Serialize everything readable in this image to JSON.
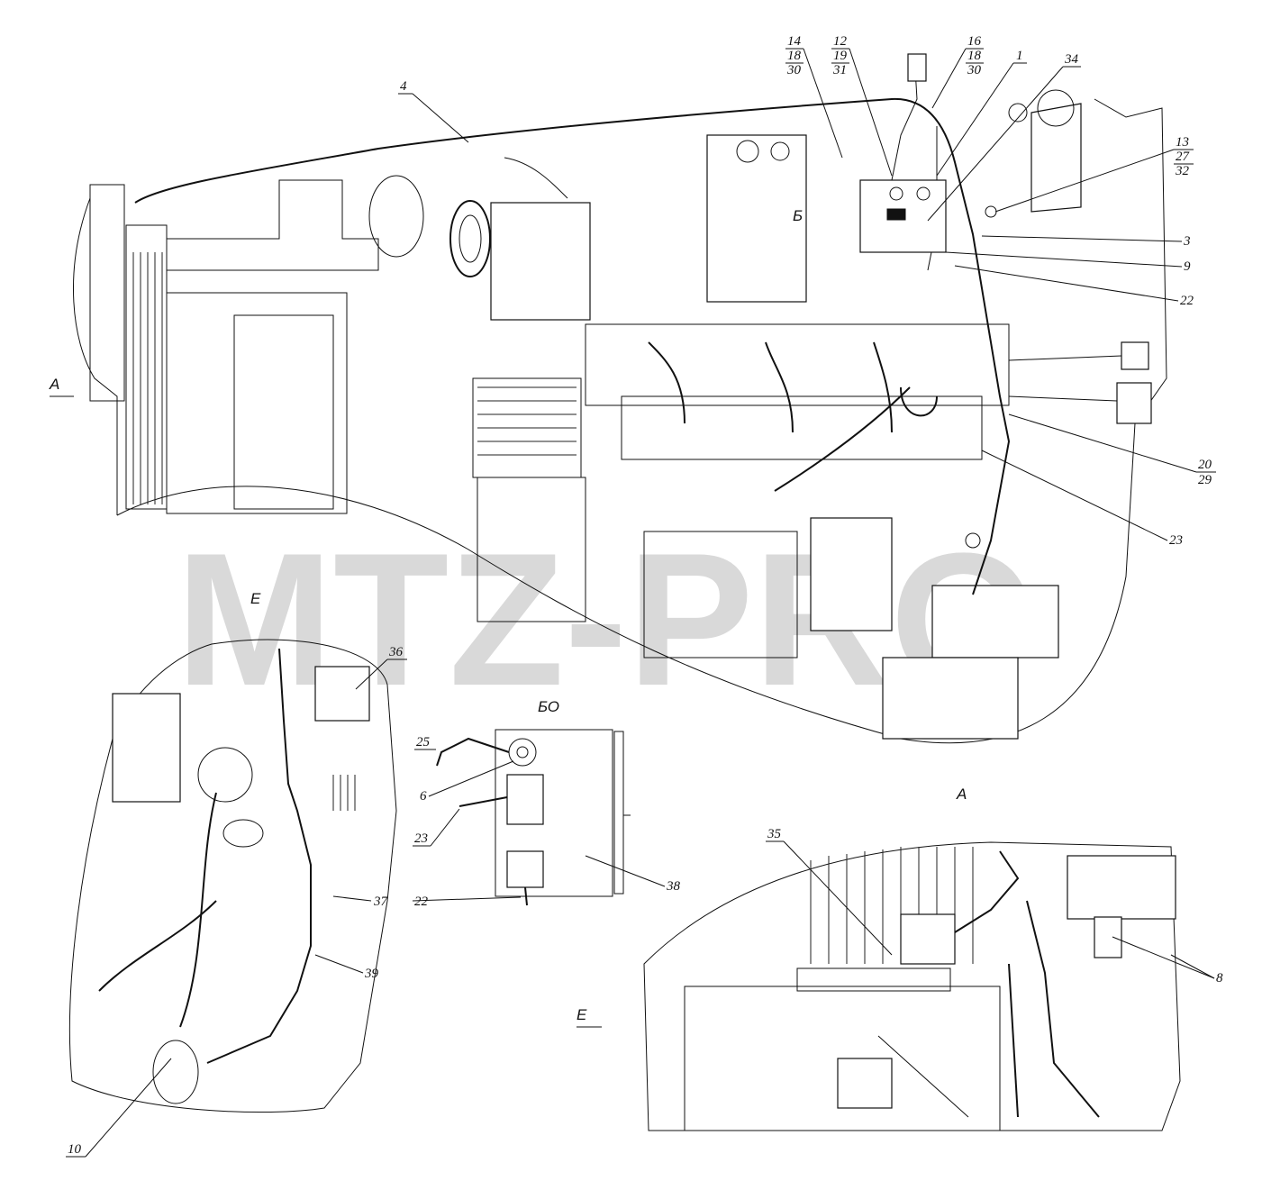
{
  "watermark": "MTZ-PRO",
  "views": {
    "main": "А",
    "detail_b": "Б",
    "detail_bo": "БО",
    "detail_e": "Е",
    "view_a": "А",
    "view_e": "Е"
  },
  "callouts": {
    "c14": [
      "14",
      "18",
      "30"
    ],
    "c12": [
      "12",
      "19",
      "31"
    ],
    "c16": [
      "16",
      "18",
      "30"
    ],
    "c1": "1",
    "c34": "34",
    "c4": "4",
    "c13": [
      "13",
      "27",
      "32"
    ],
    "c3": "3",
    "c9": "9",
    "c22a": "22",
    "c20": [
      "20",
      "29"
    ],
    "c23a": "23",
    "c36": "36",
    "c37": "37",
    "c39": "39",
    "c10": "10",
    "c25": "25",
    "c6": "6",
    "c23b": "23",
    "c22b": "22",
    "c38": "38",
    "c35": "35",
    "c8": "8"
  }
}
